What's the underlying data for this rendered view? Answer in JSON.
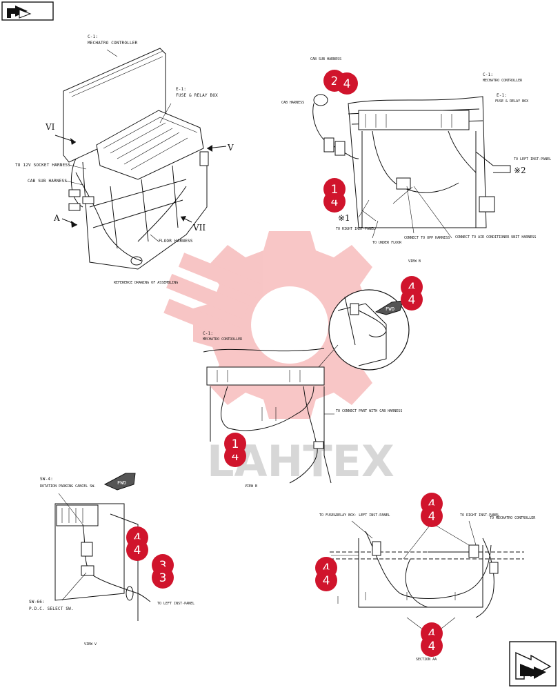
{
  "labels": {
    "c1_top": "C-1:",
    "mechatro_top": "MECHATRO CONTROLLER",
    "e1_top": "E-1:",
    "fuse_relay_top": "FUSE & RELAY BOX",
    "view_vi": "VI",
    "view_v": "V",
    "to_12v": "TO 12V SOCKET HARNESS",
    "cab_sub_left": "CAB SUB HARNESS",
    "arrow_a": "A",
    "view_vii": "VII",
    "floor_harness": "FLOOR HARNESS",
    "reference": "REFERENCE DRAWING OF ASSEMBLING",
    "cab_sub_title_tr": "CAB SUB HARNESS",
    "c1_tr": "C-1:",
    "mechatro_tr": "MECHATRO CONTROLLER",
    "e1_tr": "E-1:",
    "fuse_relay_tr": "FUSE & RELAY BOX",
    "cab_harness_tr": "CAB HARNESS",
    "to_left_inst_tr": "TO LEFT INST-PANEL",
    "mark2": "※2",
    "mark1": "※1",
    "to_right_inst_tr": "TO RIGHT INST-PANEL",
    "to_under_floor": "TO UNDER FLOOR",
    "connect_upp": "CONNECT TO UPP HARNESS",
    "connect_air": "CONNECT TO AIR CONDITIONER UNIT HARNESS",
    "view_b_tr": "VIEW B",
    "fwd": "FWD",
    "c1_mid": "C-1:",
    "mechatro_mid": "MECHATRO CONTROLLER",
    "to_connect_part": "TO CONNECT PART WITH CAB HARNESS",
    "view_b_mid": "VIEW B",
    "sw4": "SW-4:",
    "rotation_parking": "ROTATION PARKING CANCEL SW.",
    "sw66": "SW-66:",
    "pdc_select": "P.D.C. SELECT SW.",
    "to_left_inst_bl": "TO LEFT INST-PANEL",
    "view_v_bl": "VIEW V",
    "to_fuse_relay_left": "TO FUSE&RELAY BOX· LEFT INST-PANEL",
    "to_right_inst_br": "TO RIGHT INST-PANEL",
    "to_mechatro_br": "TO MECHATRO CONTROLLER",
    "section_aa": "SECTION AA",
    "watermark": "LAHTEX"
  },
  "callouts": {
    "c1": "2",
    "c2": "4",
    "c3": "1",
    "c4": "4",
    "c5": "4",
    "c6": "4",
    "c7": "1",
    "c8": "4",
    "c9": "4",
    "c10": "4",
    "c11": "3",
    "c12": "4",
    "c13": "4",
    "c14": "4",
    "c15": "4",
    "c16": "4"
  },
  "colors": {
    "callout": "#d0142c",
    "watermark": "#e84d4d"
  },
  "nav": {
    "top_icon": "return-arrow-icon",
    "bottom_icon": "next-page-arrow-icon"
  }
}
